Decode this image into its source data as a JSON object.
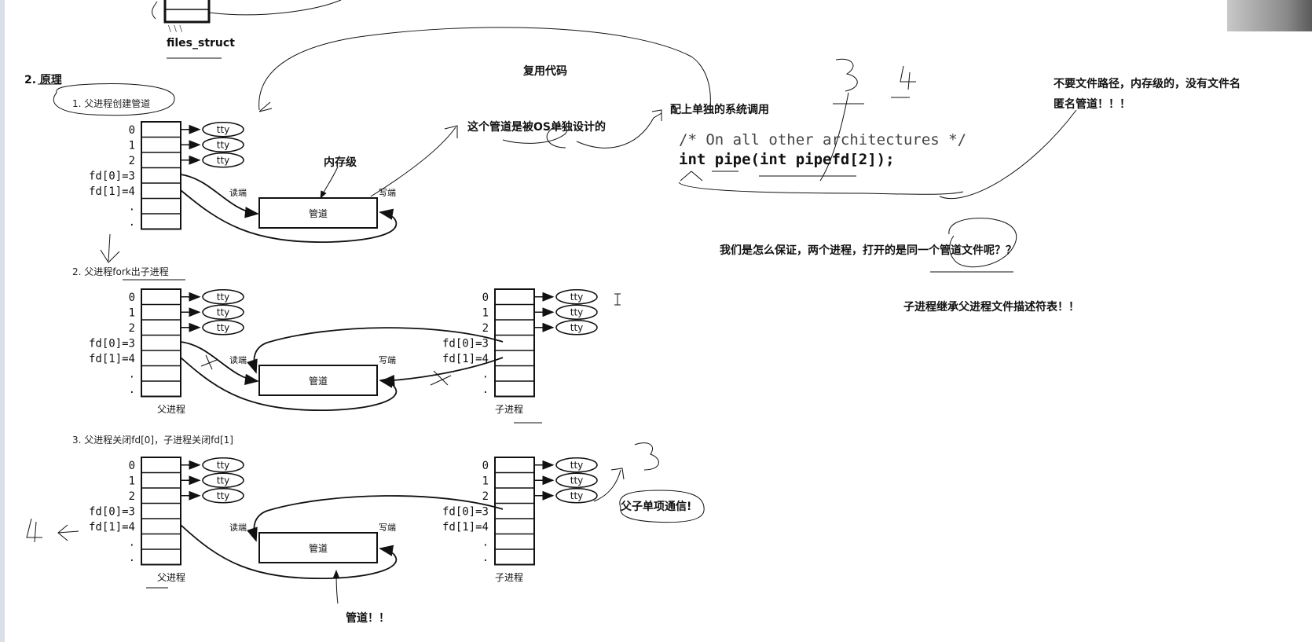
{
  "top": {
    "files_struct": "files_struct",
    "tick_marks": "\\ \\ \\"
  },
  "section": {
    "title": "2. 原理"
  },
  "steps": {
    "s1": "1. 父进程创建管道",
    "s2": "2. 父进程fork出子进程",
    "s3": "3. 父进程关闭fd[0]，子进程关闭fd[1]"
  },
  "fd_rows": [
    "0",
    "1",
    "2",
    "fd[0]=3",
    "fd[1]=4",
    ".",
    "."
  ],
  "tty": "tty",
  "pipe": {
    "label": "管道",
    "read_end": "读端",
    "write_end": "写端"
  },
  "process": {
    "parent": "父进程",
    "child": "子进程"
  },
  "notes": {
    "memory_level": "内存级",
    "reuse_code": "复用代码",
    "os_designed": "这个管道是被OS单独设计的",
    "syscall": "配上单独的系统调用",
    "no_path": "不要文件路径，内存级的，没有文件名",
    "anon_pipe": "匿名管道！！！",
    "question": "我们是怎么保证，两个进程，打开的是同一个管道文件呢？？",
    "inherit": "子进程继承父进程文件描述符表！！",
    "one_way": "父子单项通信!",
    "pipe_bang": "管道！！",
    "hw3": "3",
    "hw4": "4",
    "hw3b": "3",
    "hw4b": "4"
  },
  "code": {
    "comment": "/* On all other architectures */",
    "signature": "int pipe(int pipefd[2]);"
  },
  "colors": {
    "ink": "#111111",
    "strip": "#d9e0ea"
  }
}
